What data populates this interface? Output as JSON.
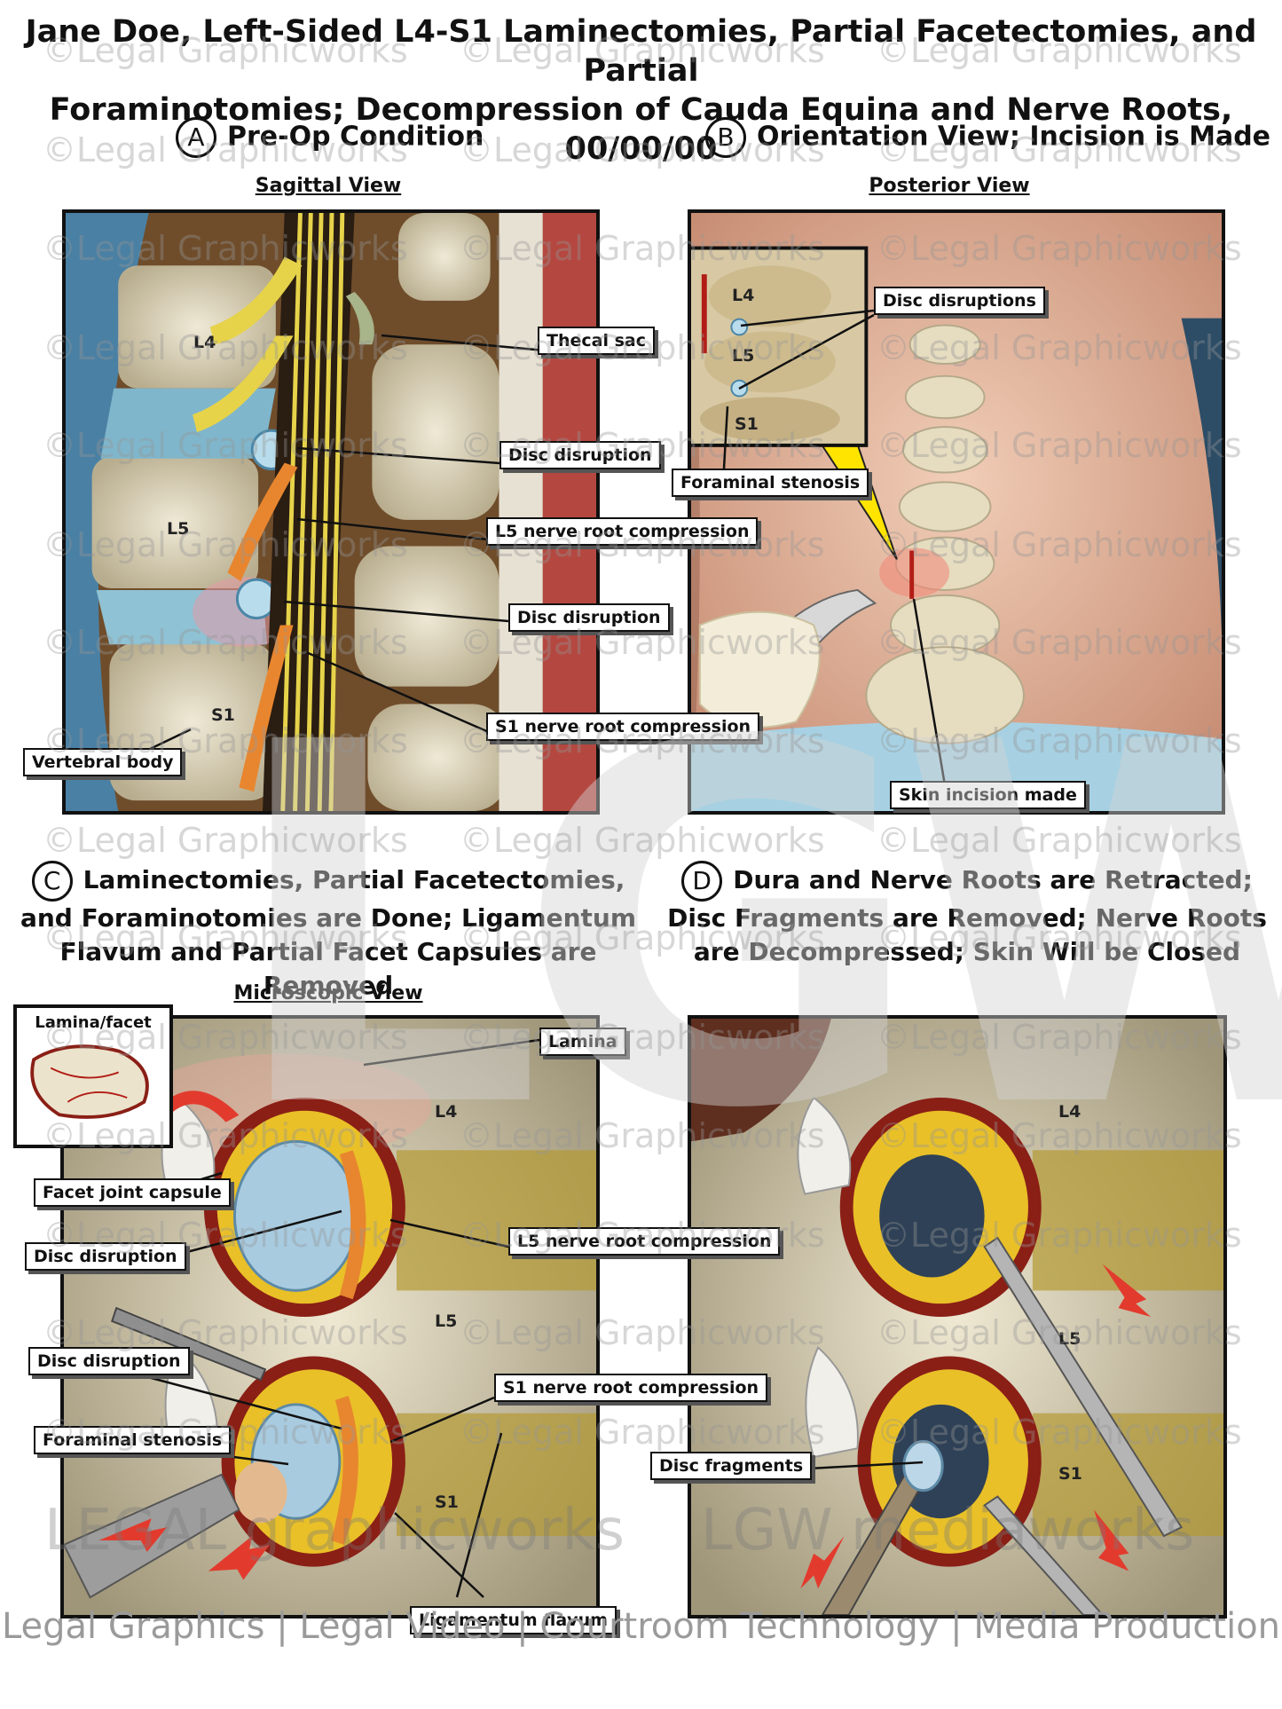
{
  "title": {
    "line1": "Jane Doe, Left-Sided L4-S1 Laminectomies, Partial Facetectomies, and Partial",
    "line2": "Foraminotomies; Decompression of Cauda Equina and Nerve Roots, 00/00/00"
  },
  "panels": {
    "a": {
      "letter": "A",
      "heading": "Pre-Op Condition",
      "subheading": "Sagittal View",
      "levels": [
        "L4",
        "L5",
        "S1"
      ],
      "labels": {
        "thecal_sac": "Thecal sac",
        "disc_disruption_1": "Disc disruption",
        "l5_compression": "L5 nerve root compression",
        "disc_disruption_2": "Disc disruption",
        "s1_compression": "S1 nerve root compression",
        "vertebral_body": "Vertebral body"
      }
    },
    "b": {
      "letter": "B",
      "heading": "Orientation View; Incision is Made",
      "subheading": "Posterior View",
      "levels": [
        "L4",
        "L5",
        "S1"
      ],
      "labels": {
        "disc_disruptions": "Disc disruptions",
        "foraminal_stenosis": "Foraminal stenosis",
        "skin_incision": "Skin incision made"
      }
    },
    "c": {
      "letter": "C",
      "heading_lines": [
        "Laminectomies, Partial Facetectomies,",
        "and Foraminotomies are Done; Ligamentum",
        "Flavum and Partial Facet Capsules are Removed"
      ],
      "subheading": "Microscopic View",
      "levels": [
        "L4",
        "L5",
        "S1"
      ],
      "labels": {
        "lamina_facet": "Lamina/facet",
        "lamina": "Lamina",
        "facet_capsule": "Facet joint capsule",
        "disc_disruption_1": "Disc disruption",
        "l5_compression": "L5 nerve root compression",
        "disc_disruption_2": "Disc disruption",
        "s1_compression": "S1 nerve root compression",
        "foraminal_stenosis": "Foraminal stenosis",
        "ligamentum_flavum": "Ligamentum flavum"
      }
    },
    "d": {
      "letter": "D",
      "heading_lines": [
        "Dura and Nerve Roots are Retracted;",
        "Disc Fragments are Removed; Nerve Roots",
        "are Decompressed; Skin Will be Closed"
      ],
      "levels": [
        "L4",
        "L5",
        "S1"
      ],
      "labels": {
        "disc_fragments": "Disc fragments"
      }
    }
  },
  "watermark": {
    "text": "©Legal Graphicworks",
    "monogram": "LGW",
    "brand_left": "LEGAL graphicworks",
    "brand_right": "LGW mediaworks"
  },
  "footer": "Legal Graphics | Legal Video | Courtroom Technology | Media Production",
  "colors": {
    "bone": "#ddd6c0",
    "disc": "#7fb6cc",
    "nerve": "#e6d34a",
    "compressed_nerve": "#e8862f",
    "tissue": "#6b4a2a",
    "skin": "#d9a48a",
    "blood": "#b11d16",
    "arrow": "#e23b2e"
  }
}
